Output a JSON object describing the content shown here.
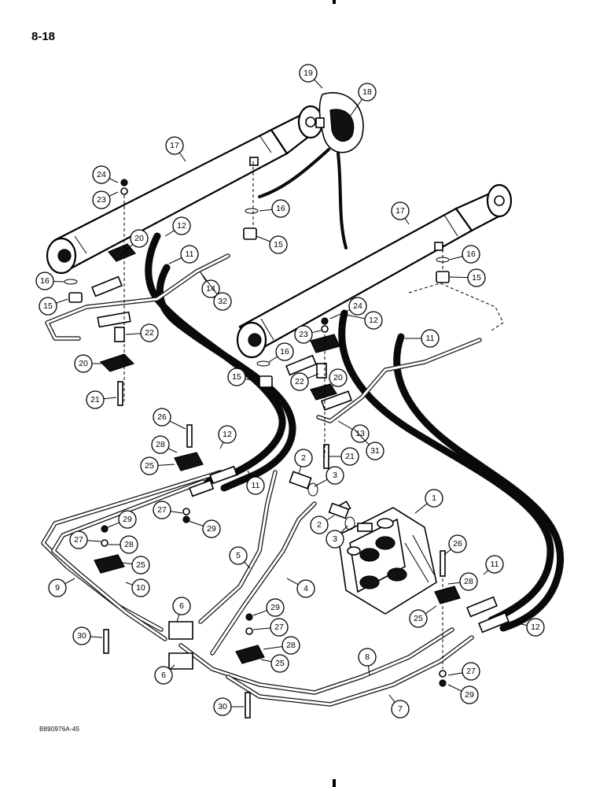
{
  "page_number": "8-18",
  "figure_code": "B890976A-45",
  "callouts": [
    {
      "id": "c19",
      "label": "19"
    },
    {
      "id": "c18",
      "label": "18"
    },
    {
      "id": "c17a",
      "label": "17"
    },
    {
      "id": "c24a",
      "label": "24"
    },
    {
      "id": "c23a",
      "label": "23"
    },
    {
      "id": "c16a",
      "label": "16"
    },
    {
      "id": "c15a",
      "label": "15"
    },
    {
      "id": "c20a",
      "label": "20"
    },
    {
      "id": "c12a",
      "label": "12"
    },
    {
      "id": "c11a",
      "label": "11"
    },
    {
      "id": "c16b",
      "label": "16"
    },
    {
      "id": "c15b",
      "label": "15"
    },
    {
      "id": "c14",
      "label": "14"
    },
    {
      "id": "c32",
      "label": "32"
    },
    {
      "id": "c22a",
      "label": "22"
    },
    {
      "id": "c20b",
      "label": "20"
    },
    {
      "id": "c21a",
      "label": "21"
    },
    {
      "id": "c17b",
      "label": "17"
    },
    {
      "id": "c16c",
      "label": "16"
    },
    {
      "id": "c15c",
      "label": "15"
    },
    {
      "id": "c24b",
      "label": "24"
    },
    {
      "id": "c23b",
      "label": "23"
    },
    {
      "id": "c12b",
      "label": "12"
    },
    {
      "id": "c11b",
      "label": "11"
    },
    {
      "id": "c16d",
      "label": "16"
    },
    {
      "id": "c15d",
      "label": "15"
    },
    {
      "id": "c22b",
      "label": "22"
    },
    {
      "id": "c20c",
      "label": "20"
    },
    {
      "id": "c13",
      "label": "13"
    },
    {
      "id": "c31",
      "label": "31"
    },
    {
      "id": "c21b",
      "label": "21"
    },
    {
      "id": "c26a",
      "label": "26"
    },
    {
      "id": "c28a",
      "label": "28"
    },
    {
      "id": "c25a",
      "label": "25"
    },
    {
      "id": "c12c",
      "label": "12"
    },
    {
      "id": "c11c",
      "label": "11"
    },
    {
      "id": "c2a",
      "label": "2"
    },
    {
      "id": "c3a",
      "label": "3"
    },
    {
      "id": "c1",
      "label": "1"
    },
    {
      "id": "c2b",
      "label": "2"
    },
    {
      "id": "c3b",
      "label": "3"
    },
    {
      "id": "c27a",
      "label": "27"
    },
    {
      "id": "c29a",
      "label": "29"
    },
    {
      "id": "c29b",
      "label": "29"
    },
    {
      "id": "c27b",
      "label": "27"
    },
    {
      "id": "c28b",
      "label": "28"
    },
    {
      "id": "c25b",
      "label": "25"
    },
    {
      "id": "c5",
      "label": "5"
    },
    {
      "id": "c4",
      "label": "4"
    },
    {
      "id": "c9",
      "label": "9"
    },
    {
      "id": "c10",
      "label": "10"
    },
    {
      "id": "c6a",
      "label": "6"
    },
    {
      "id": "c6b",
      "label": "6"
    },
    {
      "id": "c30a",
      "label": "30"
    },
    {
      "id": "c30b",
      "label": "30"
    },
    {
      "id": "c29c",
      "label": "29"
    },
    {
      "id": "c27c",
      "label": "27"
    },
    {
      "id": "c28c",
      "label": "28"
    },
    {
      "id": "c25c",
      "label": "25"
    },
    {
      "id": "c8",
      "label": "8"
    },
    {
      "id": "c7",
      "label": "7"
    },
    {
      "id": "c26b",
      "label": "26"
    },
    {
      "id": "c28d",
      "label": "28"
    },
    {
      "id": "c25d",
      "label": "25"
    },
    {
      "id": "c11d",
      "label": "11"
    },
    {
      "id": "c12d",
      "label": "12"
    },
    {
      "id": "c27d",
      "label": "27"
    },
    {
      "id": "c29d",
      "label": "29"
    }
  ]
}
